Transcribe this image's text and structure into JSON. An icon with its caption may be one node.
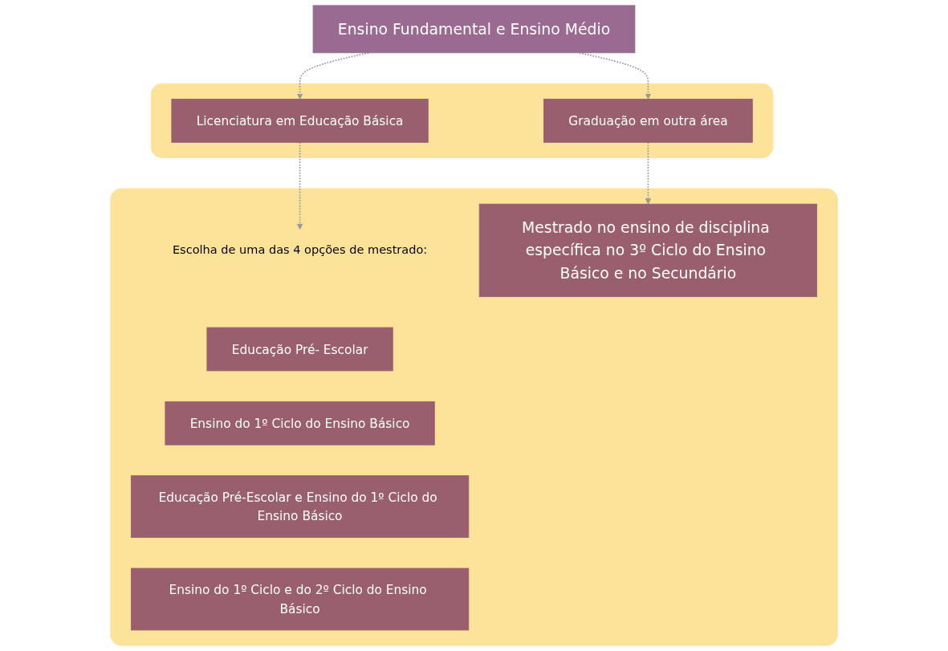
{
  "diagram": {
    "nodes": [
      {
        "text": [
          "Ensino Fundamental e Ensino Médio"
        ]
      },
      {
        "text": [],
        "shape": "box"
      },
      {
        "text": [
          "Licenciatura em Educação Básica"
        ],
        "in": 1
      },
      {
        "text": [
          "Graduação em outra área"
        ],
        "in": 1
      },
      {
        "text": [],
        "shape": "box"
      },
      {
        "text": [
          "Escolha de uma das 4 opções de mestrado:"
        ],
        "in": 4
      },
      {
        "text": [
          "Educação Pré- Escolar"
        ],
        "in": 4
      },
      {
        "text": [
          "Ensino do 1º Ciclo do Ensino Básico"
        ],
        "in": 4
      },
      {
        "text": [
          "Educação Pré-Escolar e Ensino do 1º Ciclo do Ensino Básico"
        ],
        "in": 4
      },
      {
        "text": [
          "Ensino do 1º Ciclo e do 2º Ciclo do Ensino Básico"
        ],
        "in": 4
      },
      {
        "text": [
          "Mestrado no ensino de disciplina específica no 3º Ciclo do Ensino Básico e no Secundário"
        ],
        "in": 4
      }
    ],
    "edges": [
      {
        "from": 0,
        "to": 2,
        "arrow": "to",
        "style": "dashed"
      },
      {
        "from": 0,
        "to": 3,
        "arrow": "to",
        "style": "dashed"
      },
      {
        "from": 2,
        "to": 5,
        "arrow": "to",
        "style": "dashed"
      },
      {
        "from": 3,
        "to": 10,
        "arrow": "to",
        "style": "dashed"
      }
    ]
  }
}
